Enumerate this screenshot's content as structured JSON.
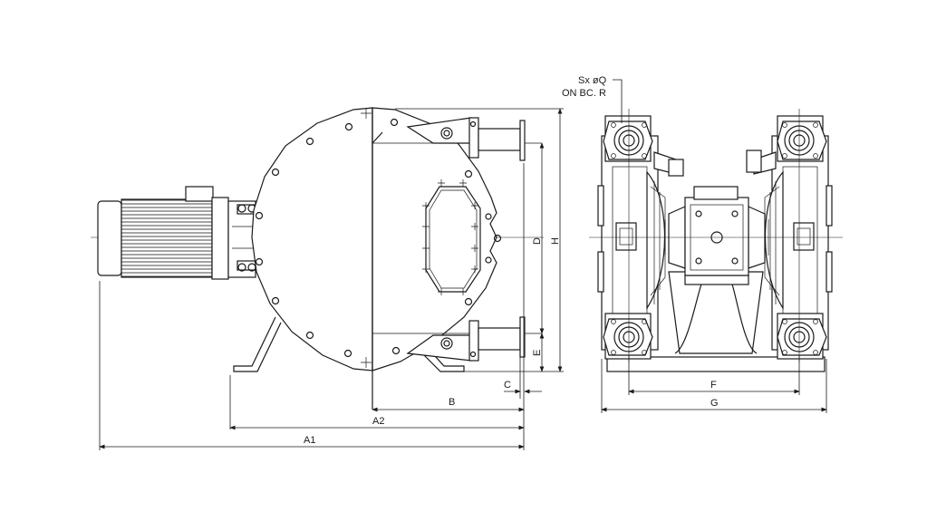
{
  "drawing": {
    "callout": {
      "line1": "Sx øQ",
      "line2": "ON BC. R"
    },
    "dimensions": {
      "A1": "A1",
      "A2": "A2",
      "B": "B",
      "C": "C",
      "D": "D",
      "E": "E",
      "F": "F",
      "G": "G",
      "H": "H"
    }
  }
}
